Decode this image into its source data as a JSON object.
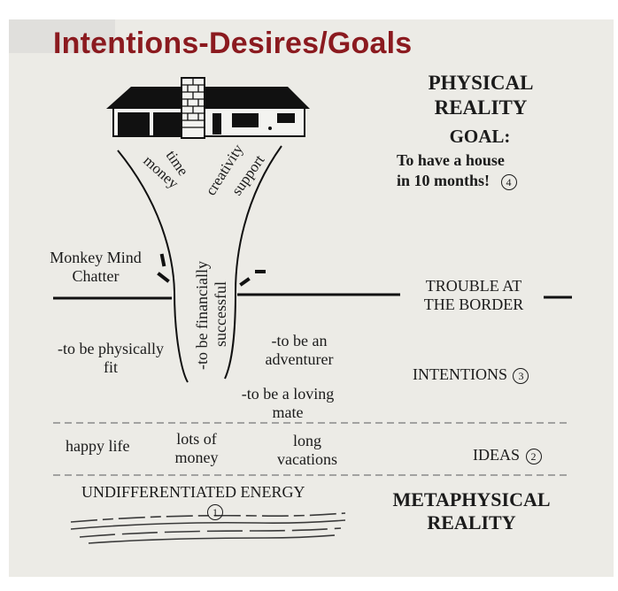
{
  "title": "Intentions-Desires/Goals",
  "physical_reality": {
    "line1": "PHYSICAL",
    "line2": "REALITY"
  },
  "goal": {
    "heading": "GOAL:",
    "line1": "To have a house",
    "line2": "in 10 months!",
    "number": "4"
  },
  "funnel_words": [
    "money",
    "time",
    "creativity",
    "support"
  ],
  "monkey_mind": {
    "line1": "Monkey Mind",
    "line2": "Chatter"
  },
  "trouble": {
    "line1": "TROUBLE AT",
    "line2": "THE BORDER"
  },
  "center_vertical": {
    "line1": "-to be financially",
    "line2": "successful"
  },
  "intentions": {
    "physically_fit": {
      "line1": "-to be physically",
      "line2": "fit"
    },
    "adventurer": {
      "line1": "-to be an",
      "line2": "adventurer"
    },
    "loving_mate": {
      "line1": "-to be a loving",
      "line2": "mate"
    },
    "label": "INTENTIONS",
    "number": "3"
  },
  "ideas": {
    "happy_life": "happy life",
    "lots_of_money": {
      "line1": "lots of",
      "line2": "money"
    },
    "long_vacations": {
      "line1": "long",
      "line2": "vacations"
    },
    "label": "IDEAS",
    "number": "2"
  },
  "energy": {
    "label": "UNDIFFERENTIATED ENERGY",
    "number": "1"
  },
  "metaphysical": {
    "line1": "METAPHYSICAL",
    "line2": "REALITY"
  },
  "colors": {
    "title": "#8b1a1f",
    "ink": "#1b1b1b",
    "board": "#ecebe6"
  }
}
